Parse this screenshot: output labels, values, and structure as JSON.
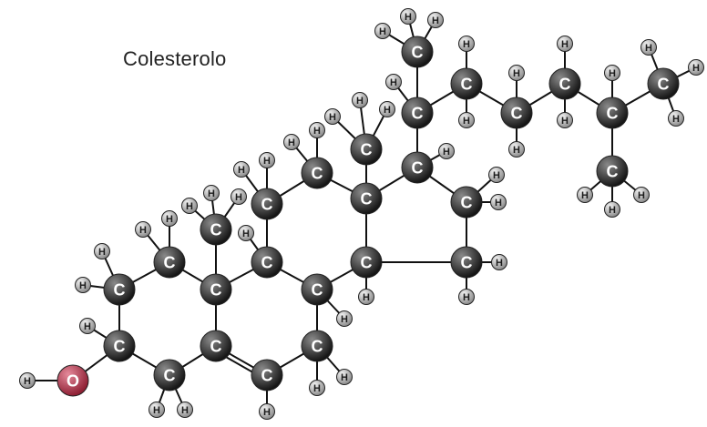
{
  "title": "Colesterolo",
  "element_symbols": {
    "carbon": "C",
    "hydrogen": "H",
    "oxygen": "O"
  },
  "colors": {
    "carbon_dark": "#151515",
    "carbon_light": "#8a8a8a",
    "hydrogen_dark": "#8c8c8c",
    "hydrogen_light": "#f4f4f4",
    "oxygen_dark": "#8e1f33",
    "oxygen_light": "#e58a9b",
    "bond": "#111111"
  },
  "molecule": {
    "carbon_count": 27,
    "hydrogen_count": 46,
    "oxygen_count": 1
  }
}
